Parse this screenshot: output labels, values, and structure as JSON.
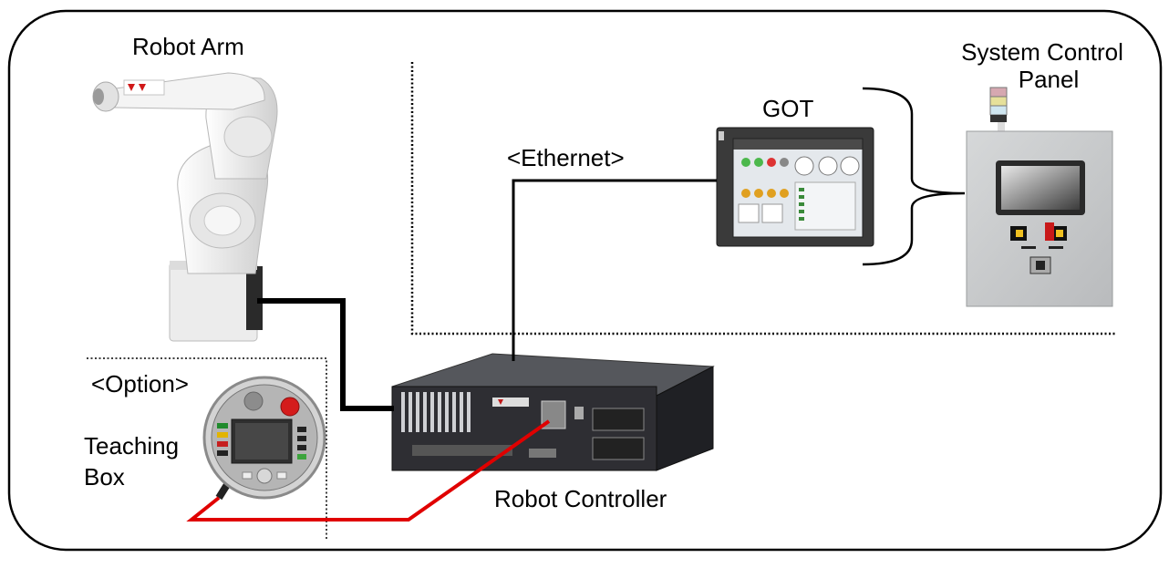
{
  "labels": {
    "robot_arm": "Robot Arm",
    "system_control_panel_line1": "System Control",
    "system_control_panel_line2": "Panel",
    "got": "GOT",
    "ethernet": "<Ethernet>",
    "option": "<Option>",
    "teaching_box_line1": "Teaching",
    "teaching_box_line2": "Box",
    "robot_controller": "Robot Controller"
  },
  "colors": {
    "frame": "#000000",
    "black_cable": "#000000",
    "red_cable": "#e00000",
    "robot_body": "#f2f2f2",
    "controller_body": "#2e2e33",
    "got_bezel": "#3a3a3a",
    "panel_body": "#c9cbcc"
  }
}
